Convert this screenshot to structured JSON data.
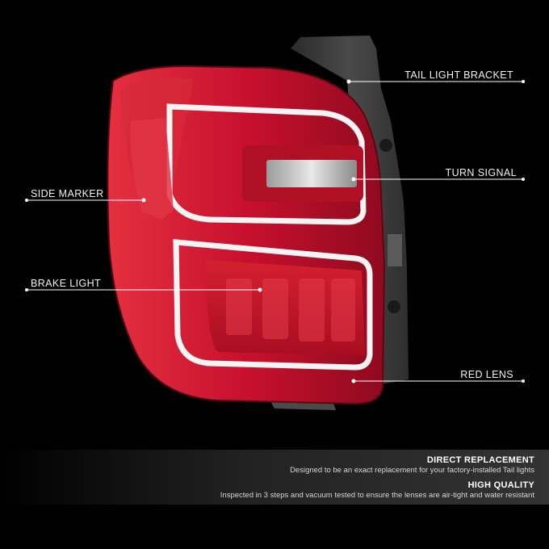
{
  "callouts": {
    "tail_light_bracket": "TAIL LIGHT BRACKET",
    "turn_signal": "TURN SIGNAL",
    "side_marker": "SIDE MARKER",
    "brake_light": "BRAKE LIGHT",
    "red_lens": "RED LENS"
  },
  "features": [
    {
      "title": "DIRECT REPLACEMENT",
      "description": "Designed to be an exact replacement for your factory-installed Tail lights"
    },
    {
      "title": "HIGH QUALITY",
      "description": "Inspected in 3 steps and vacuum tested to ensure the lenses are air-tight and water resistant"
    }
  ],
  "colors": {
    "background": "#000000",
    "lens_red": "#c8102e",
    "bracket_gray": "#3a3a3a",
    "callout_line": "#ffffff"
  }
}
